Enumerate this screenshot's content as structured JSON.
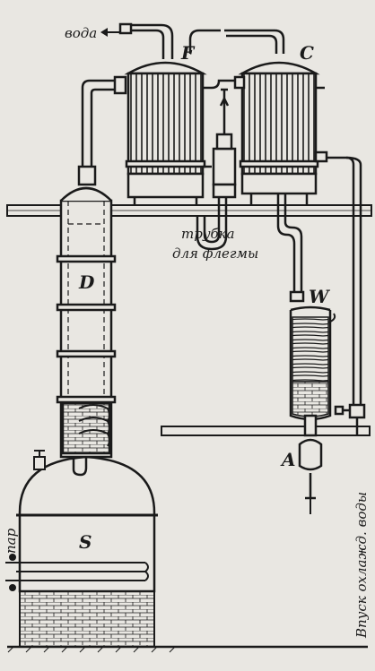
{
  "labels": {
    "water_out": "вода",
    "condenser_f": "F",
    "condenser_c": "C",
    "column_d": "D",
    "coil_w": "W",
    "separator_a": "A",
    "still_s": "S",
    "steam": "пар",
    "phlegm_tube_line1": "трубка",
    "phlegm_tube_line2": "для флегмы",
    "cooling_water_inlet": "Впуск охлажд. воды"
  },
  "colors": {
    "ink": "#1a1a1a",
    "paper": "#e9e7e2"
  }
}
